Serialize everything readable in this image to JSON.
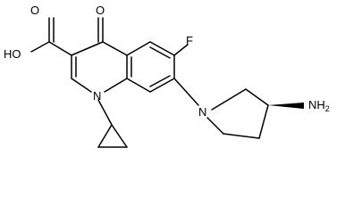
{
  "labels": {
    "carbonyl_oxygen": "O",
    "acid_oxygen": "O",
    "hydroxyl": "HO",
    "fluorine": "F",
    "ring_nitrogen": "N",
    "pyrrolidine_nitrogen": "N",
    "amino": "NH",
    "amino_subscript": "2"
  }
}
